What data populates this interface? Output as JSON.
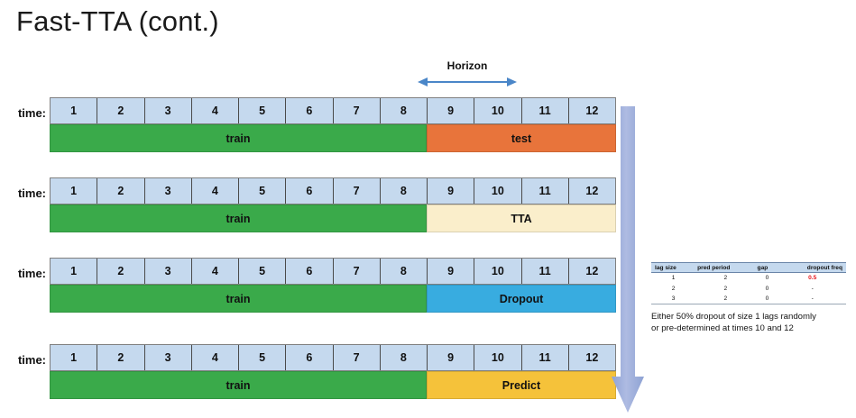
{
  "slide": {
    "title": "Fast-TTA (cont.)"
  },
  "horizon": {
    "label": "Horizon",
    "arrow_icon": "double-headed-horizontal-arrow-icon",
    "color": "#4a86c8"
  },
  "flow_arrow": {
    "icon": "down-arrow-icon",
    "color": "#9aaedb"
  },
  "timeline": {
    "time_label": "time:",
    "ticks": [
      "1",
      "2",
      "3",
      "4",
      "5",
      "6",
      "7",
      "8",
      "9",
      "10",
      "11",
      "12"
    ],
    "cell_color": "#c5d9ee",
    "rows": [
      {
        "name": "test-row",
        "train_label": "train",
        "train_color": "#3aaa4a",
        "second_label": "test",
        "second_color": "#e8743b"
      },
      {
        "name": "tta-row",
        "train_label": "train",
        "train_color": "#3aaa4a",
        "second_label": "TTA",
        "second_color": "#faeecb"
      },
      {
        "name": "dropout-row",
        "train_label": "train",
        "train_color": "#3aaa4a",
        "second_label": "Dropout",
        "second_color": "#38ace0"
      },
      {
        "name": "predict-row",
        "train_label": "train",
        "train_color": "#3aaa4a",
        "second_label": "Predict",
        "second_color": "#f5c23a"
      }
    ]
  },
  "side_panel": {
    "table": {
      "headers": [
        "lag size",
        "pred period",
        "gap",
        "dropout freq"
      ],
      "rows": [
        [
          "1",
          "2",
          "0",
          "0.5"
        ],
        [
          "2",
          "2",
          "0",
          "-"
        ],
        [
          "3",
          "2",
          "0",
          "-"
        ]
      ],
      "highlight_color": "#e8131a",
      "header_bg": "#c5d9ee"
    },
    "caption_line1": "Either 50% dropout of size 1 lags randomly",
    "caption_line2": "or pre-determined at times 10 and 12"
  }
}
